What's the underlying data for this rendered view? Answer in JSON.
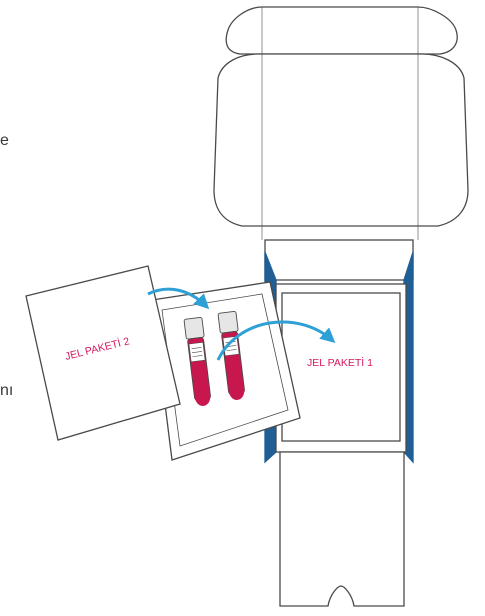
{
  "labels": {
    "gel_pack_1": "JEL PAKETİ 1",
    "gel_pack_2": "JEL PAKETİ 2",
    "edge_fragment_top": "e",
    "edge_fragment_bottom": "nı"
  },
  "colors": {
    "outline": "#4a4a4a",
    "box_blue": "#1f5f96",
    "arrow": "#2ea0d6",
    "label_pink": "#d6185f",
    "tube_red": "#c8174f"
  }
}
